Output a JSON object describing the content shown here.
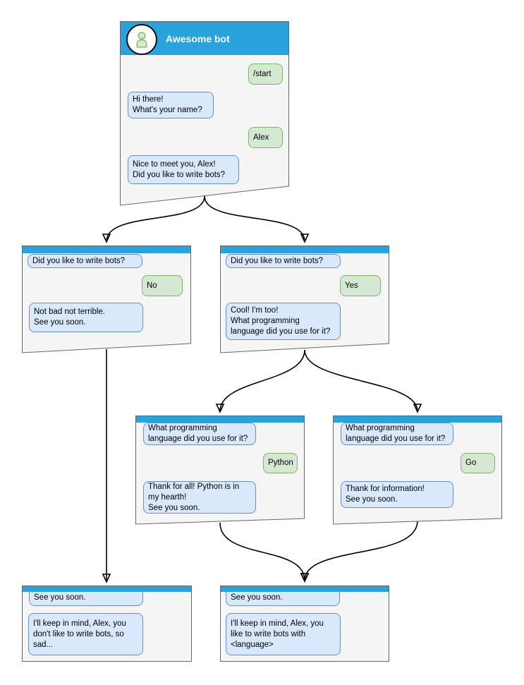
{
  "diagram": {
    "root": {
      "title": "Awesome bot",
      "messages": [
        {
          "side": "user",
          "text": "/start"
        },
        {
          "side": "bot",
          "text": "Hi there!\nWhat's your name?"
        },
        {
          "side": "user",
          "text": "Alex"
        },
        {
          "side": "bot",
          "text": "Nice to meet you, Alex!\nDid you like to write bots?"
        }
      ]
    },
    "branch_no": {
      "question": "Did you like to write bots?",
      "answer": "No",
      "reply": "Not bad not terrible.\nSee you soon."
    },
    "branch_yes": {
      "question": "Did you like to write bots?",
      "answer": "Yes",
      "reply": "Cool! I'm too!\nWhat programming\nlanguage did you use for it?"
    },
    "lang_python": {
      "question": "What programming\nlanguage did you use for it?",
      "answer": "Python",
      "reply": "Thank for all! Python is in\nmy hearth!\nSee you soon."
    },
    "lang_go": {
      "question": "What programming\nlanguage did you use for it?",
      "answer": "Go",
      "reply": "Thank for information!\nSee you soon."
    },
    "end_no": {
      "question": "See you soon.",
      "reply": "I'll keep in mind, Alex, you\ndon't like to write bots, so\nsad..."
    },
    "end_lang": {
      "question": "See you soon.",
      "reply": "I'll keep in mind, Alex, you\nlike to write bots with\n<language>"
    }
  },
  "colors": {
    "titlebar_blue": "#29a3db",
    "window_fill": "#f5f5f5",
    "window_border": "#666666",
    "bot_bubble_fill": "#dae8fc",
    "bot_bubble_border": "#6c8ebf",
    "user_bubble_fill": "#d5e8d4",
    "user_bubble_border": "#82b366",
    "edge_color": "#000000"
  }
}
